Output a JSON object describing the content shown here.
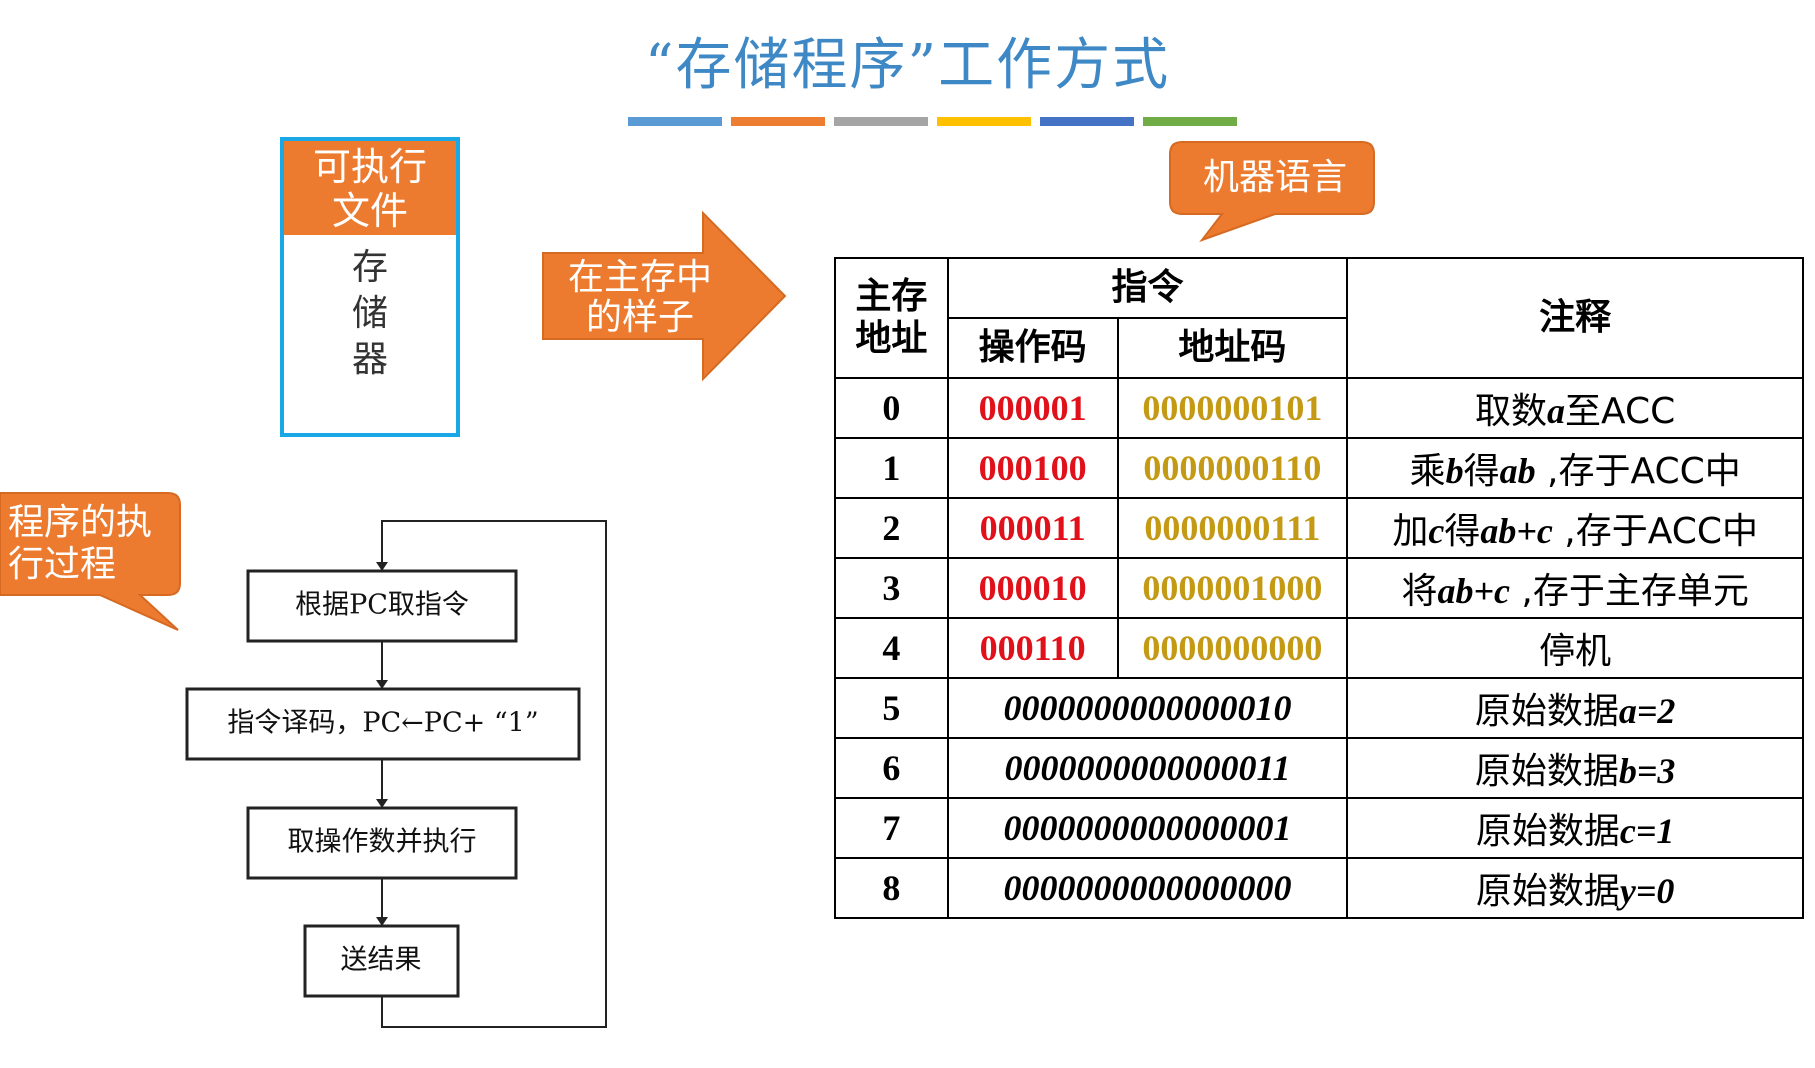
{
  "title": "“存储程序”工作方式",
  "title_bar_colors": [
    "#5a9bd5",
    "#ed7d31",
    "#a5a5a5",
    "#ffc000",
    "#4472c4",
    "#70ad47"
  ],
  "executable": {
    "header_line1": "可执行",
    "header_line2": "文件",
    "body_chars": [
      "存",
      "储",
      "器"
    ]
  },
  "arrow_label_line1": "在主存中",
  "arrow_label_line2": "的样子",
  "machine_language_label": "机器语言",
  "process_label_line1": "程序的执",
  "process_label_line2": "行过程",
  "flowchart": {
    "steps": [
      "根据PC取指令",
      "指令译码，PC←PC+ “1”",
      "取操作数并执行",
      "送结果"
    ]
  },
  "table": {
    "header_address": [
      "主存",
      "地址"
    ],
    "header_instruction": "指令",
    "header_opcode": "操作码",
    "header_addrcode": "地址码",
    "header_note": "注释",
    "instruction_rows": [
      {
        "address": "0",
        "opcode": "000001",
        "addrcode": "0000000101",
        "note_parts": [
          "取数",
          "a",
          "至ACC"
        ]
      },
      {
        "address": "1",
        "opcode": "000100",
        "addrcode": "0000000110",
        "note_parts": [
          "乘",
          "b",
          "得",
          "ab",
          " ,存于ACC中"
        ]
      },
      {
        "address": "2",
        "opcode": "000011",
        "addrcode": "0000000111",
        "note_parts": [
          "加",
          "c",
          "得",
          "ab+c",
          " ,存于ACC中"
        ]
      },
      {
        "address": "3",
        "opcode": "000010",
        "addrcode": "0000001000",
        "note_parts": [
          "将",
          "ab+c",
          " ,存于主存单元"
        ]
      },
      {
        "address": "4",
        "opcode": "000110",
        "addrcode": "0000000000",
        "note_parts": [
          "停机"
        ]
      }
    ],
    "data_rows": [
      {
        "address": "5",
        "data": "0000000000000010",
        "note_prefix": "原始数据",
        "note_value": "a=2"
      },
      {
        "address": "6",
        "data": "0000000000000011",
        "note_prefix": "原始数据",
        "note_value": "b=3"
      },
      {
        "address": "7",
        "data": "0000000000000001",
        "note_prefix": "原始数据",
        "note_value": "c=1"
      },
      {
        "address": "8",
        "data": "0000000000000000",
        "note_prefix": "原始数据",
        "note_value": "y=0"
      }
    ]
  },
  "colors": {
    "title": "#3e88c6",
    "callout": "#ec7b2f",
    "exe_border": "#1aa7e6",
    "opcode": "#e0111a",
    "addrcode": "#c49a14"
  }
}
